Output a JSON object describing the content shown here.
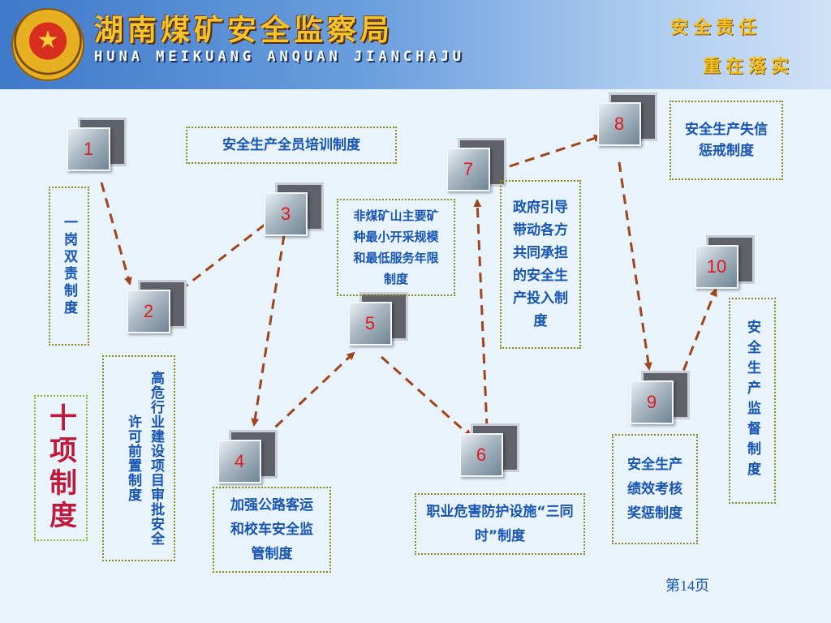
{
  "header": {
    "title_cn": "湖南煤矿安全监察局",
    "title_en": "HUNA MEIKUANG ANQUAN JIANCHAJU",
    "slogan_1": "安全责任",
    "slogan_2": "重在落实"
  },
  "nodes": [
    "1",
    "2",
    "3",
    "4",
    "5",
    "6",
    "7",
    "8",
    "9",
    "10"
  ],
  "boxes": {
    "b1": "一岗双责制度",
    "b2": "高危行业建设项目审批安全许可前置制度",
    "b3": "安全生产全员培训制度",
    "b4": "加强公路客运和校车安全监管制度",
    "b5": "非煤矿山主要矿种最小开采规模和最低服务年限制度",
    "b6": "职业危害防护设施“三同时”制度",
    "b7": "政府引导带动各方共同承担的安全生产投入制度",
    "b8": "安全生产失信惩戒制度",
    "b9": "安全生产绩效考核奖惩制度",
    "b10": "安全生产监督制度"
  },
  "side_label": "十项制度",
  "page_number": "第14页",
  "colors": {
    "arrow": "#a0441c",
    "box_text": "#1654b5",
    "node_number": "#e1181e",
    "side_label": "#c0183b"
  }
}
